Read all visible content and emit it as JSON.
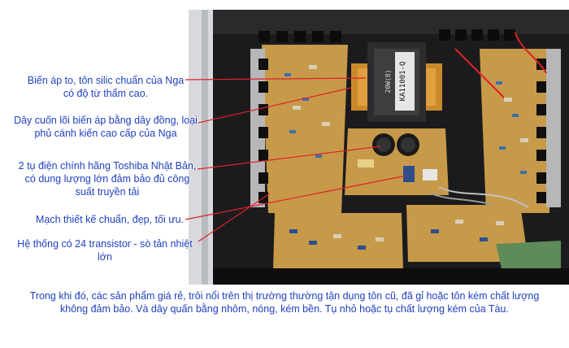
{
  "callouts": [
    {
      "id": "transformer",
      "text": "Biến áp to, tôn silic chuẩn của Nga có độ từ thẩm cao."
    },
    {
      "id": "winding",
      "text": "Dây cuốn lõi biến áp bằng dây đồng, loại phủ cánh kiến cao cấp của Nga"
    },
    {
      "id": "capacitors",
      "text": "2 tụ điện chính hãng Toshiba Nhật Bản, có dung lượng lớn đảm bảo đủ công suất truyền tải"
    },
    {
      "id": "circuit",
      "text": "Mạch thiết kế chuẩn, đẹp, tối ưu."
    },
    {
      "id": "transistors",
      "text": "Hệ thống có 24 transistor - sò tản nhiệt lớn"
    }
  ],
  "transformer_label": {
    "line1": "KA11001-Q",
    "line2": "20W(8)"
  },
  "footer_text": "Trong khi đó, các sản phẩm giá rẻ, trôi nổi trên thị trường thường tận dụng tôn cũ, đã gỉ hoặc tôn kém chất lượng không đảm bảo. Và dây quấn bằng nhôm, nóng, kém bền. Tụ nhỏ hoặc tụ chất lượng kém  của Tàu.",
  "colors": {
    "text": "#1f3fbf",
    "pointer_line": "#e0202a",
    "pcb": "#c79a4a",
    "chassis": "#1a1a1a"
  }
}
